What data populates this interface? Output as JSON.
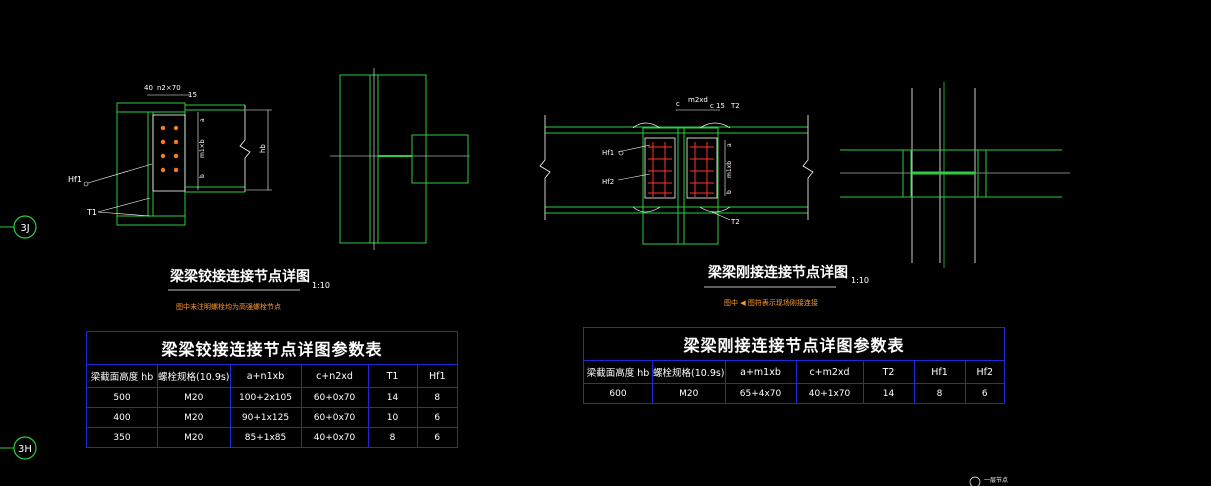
{
  "axis_marks": [
    {
      "label": "3J"
    },
    {
      "label": "3H"
    }
  ],
  "hinge": {
    "title": "梁梁铰接连接节点详图",
    "scale": "1:10",
    "note": "图中未注明螺栓均为高强螺栓节点",
    "labels": {
      "dim1": "40",
      "dim2": "n2×70",
      "dim3": "15",
      "hf1": "Hf1",
      "t1": "T1",
      "hb": "hb",
      "a": "a",
      "m1xb": "m1×b",
      "b": "b"
    },
    "table": {
      "title": "梁梁铰接连接节点详图参数表",
      "headers": [
        "梁截面高度 hb",
        "螺栓规格(10.9s)",
        "a+n1xb",
        "c+n2xd",
        "T1",
        "Hf1"
      ],
      "rows": [
        [
          "500",
          "M20",
          "100+2x105",
          "60+0x70",
          "14",
          "8"
        ],
        [
          "400",
          "M20",
          "90+1x125",
          "60+0x70",
          "10",
          "6"
        ],
        [
          "350",
          "M20",
          "85+1x85",
          "40+0x70",
          "8",
          "6"
        ]
      ]
    }
  },
  "rigid": {
    "title": "梁梁刚接连接节点详图",
    "scale": "1:10",
    "note": "图中 ◀ 图符表示现场刚接连接",
    "labels": {
      "c": "c",
      "m2xd": "m2xd",
      "c2": "c",
      "t2": "T2",
      "n15": "15",
      "hf1": "Hf1",
      "hf2": "Hf2",
      "a": "a",
      "m1xb": "m1xb",
      "b": "b"
    },
    "table": {
      "title": "梁梁刚接连接节点详图参数表",
      "headers": [
        "梁截面高度 hb",
        "螺栓规格(10.9s)",
        "a+m1xb",
        "c+m2xd",
        "T2",
        "Hf1",
        "Hf2"
      ],
      "rows": [
        [
          "600",
          "M20",
          "65+4x70",
          "40+1x70",
          "14",
          "8",
          "6"
        ]
      ]
    }
  },
  "corner_note": "一层节点"
}
